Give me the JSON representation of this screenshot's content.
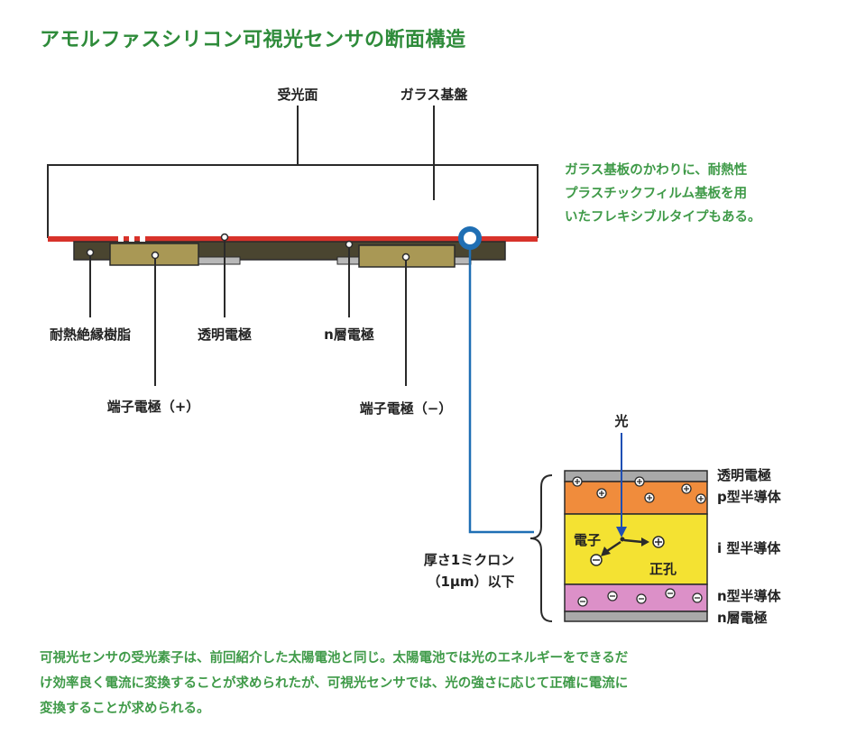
{
  "title": "アモルファスシリコン可視光センサの断面構造",
  "note": {
    "lines": [
      "ガラス基板のかわりに、耐熱性",
      "プラスチックフィルム基板を用",
      "いたフレキシブルタイプもある。"
    ]
  },
  "labels": {
    "light_surface": "受光面",
    "glass_substrate": "ガラス基盤",
    "heat_resin": "耐熱絶縁樹脂",
    "transparent_electrode": "透明電極",
    "n_layer_electrode": "n層電極",
    "terminal_plus": "端子電極（+）",
    "terminal_minus": "端子電極（−）"
  },
  "detail": {
    "light": "光",
    "thickness_line1": "厚さ1ミクロン",
    "thickness_line2": "（1μm）以下",
    "electron": "電子",
    "hole": "正孔",
    "layer_labels": {
      "transparent_electrode": "透明電極",
      "p_type": "p型半導体",
      "i_type": "i 型半導体",
      "n_type": "n型半導体",
      "n_layer_electrode": "n層電極"
    }
  },
  "colors": {
    "title": "#2e8b3a",
    "text_green": "#3f9a48",
    "callout_blue": "#1f6fb4",
    "red_layer": "#d8322a",
    "p_layer": "#f08c3c",
    "i_layer": "#f4e232",
    "n_layer": "#dc90c8",
    "electrode_gray": "#a0a0a0",
    "resin": "#4a4530",
    "terminal": "#a99855"
  },
  "footer": {
    "lines": [
      "可視光センサの受光素子は、前回紹介した太陽電池と同じ。太陽電池では光のエネルギーをできるだ",
      "け効率良く電流に変換することが求められたが、可視光センサでは、光の強さに応じて正確に電流に",
      "変換することが求められる。"
    ]
  }
}
